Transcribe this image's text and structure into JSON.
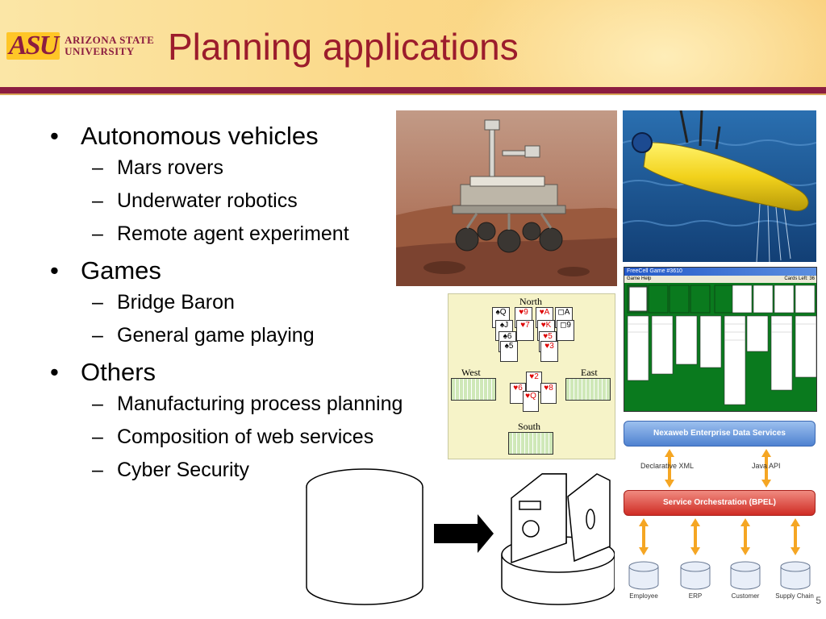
{
  "header": {
    "logo_mark": "ASU",
    "logo_line1": "ARIZONA STATE",
    "logo_line2": "UNIVERSITY",
    "title": "Planning applications"
  },
  "bullets": [
    {
      "label": "Autonomous vehicles",
      "subs": [
        "Mars rovers",
        "Underwater robotics",
        "Remote agent experiment"
      ]
    },
    {
      "label": "Games",
      "subs": [
        "Bridge Baron",
        "General game playing"
      ]
    },
    {
      "label": "Others",
      "subs": [
        "Manufacturing process planning",
        "Composition of web services",
        "Cyber Security"
      ]
    }
  ],
  "bridge": {
    "north": "North",
    "south": "South",
    "west": "West",
    "east": "East",
    "north_cards": [
      "♠Q",
      "♥9",
      "♥A",
      "◻A",
      "♠J",
      "♥7",
      "♥K",
      "◻9",
      "♠6",
      "♥5",
      "♠5",
      "♥3"
    ],
    "center_cards": [
      "♥2",
      "♥6",
      "♥8",
      "♥Q"
    ]
  },
  "freecell": {
    "title": "FreeCell Game #3610",
    "menu": "Game  Help",
    "cards_left": "Cards Left: 36"
  },
  "architecture": {
    "top_box": "Nexaweb Enterprise Data Services",
    "left_arrow_label": "Declarative XML",
    "right_arrow_label": "Java API",
    "middle_box": "Service Orchestration (BPEL)",
    "databases": [
      "Employee",
      "ERP",
      "Customer",
      "Supply Chain"
    ]
  },
  "colors": {
    "title": "#9c1c2c",
    "rule": "#8c1d40",
    "header_bg": "#fbd98a",
    "nexaweb_blue": "#5b8fd6",
    "bpel_red": "#d83b34"
  },
  "page_number": "5"
}
